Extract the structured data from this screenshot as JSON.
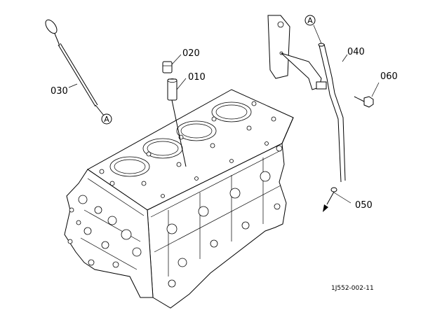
{
  "callouts": [
    {
      "id": "010",
      "text": "010"
    },
    {
      "id": "020",
      "text": "020"
    },
    {
      "id": "030",
      "text": "030"
    },
    {
      "id": "040",
      "text": "040"
    },
    {
      "id": "050",
      "text": "050"
    },
    {
      "id": "060",
      "text": "060"
    }
  ],
  "markers": {
    "a1": "A",
    "a2": "A"
  },
  "reference_code": "1J552-002-11"
}
